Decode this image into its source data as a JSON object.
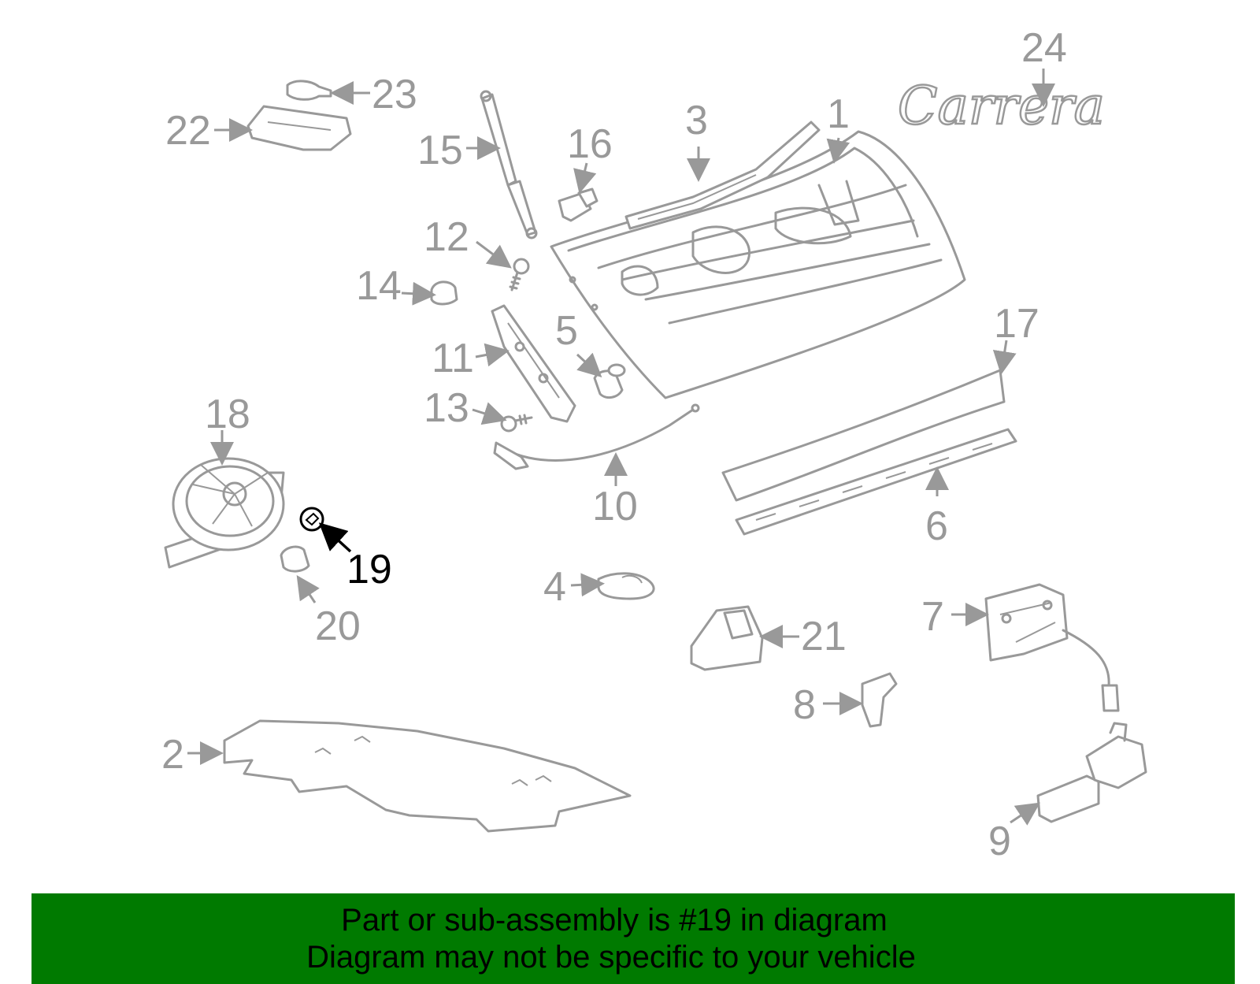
{
  "diagram": {
    "highlighted_part": "19",
    "callouts": [
      "1",
      "2",
      "3",
      "4",
      "5",
      "6",
      "7",
      "8",
      "9",
      "10",
      "11",
      "12",
      "13",
      "14",
      "15",
      "16",
      "17",
      "18",
      "19",
      "20",
      "21",
      "22",
      "23",
      "24"
    ],
    "badge_text": "Carrera"
  },
  "banner": {
    "line1": "Part or sub-assembly is #19 in diagram",
    "line2": "Diagram may not be specific to your vehicle",
    "background_color": "#007a00"
  }
}
